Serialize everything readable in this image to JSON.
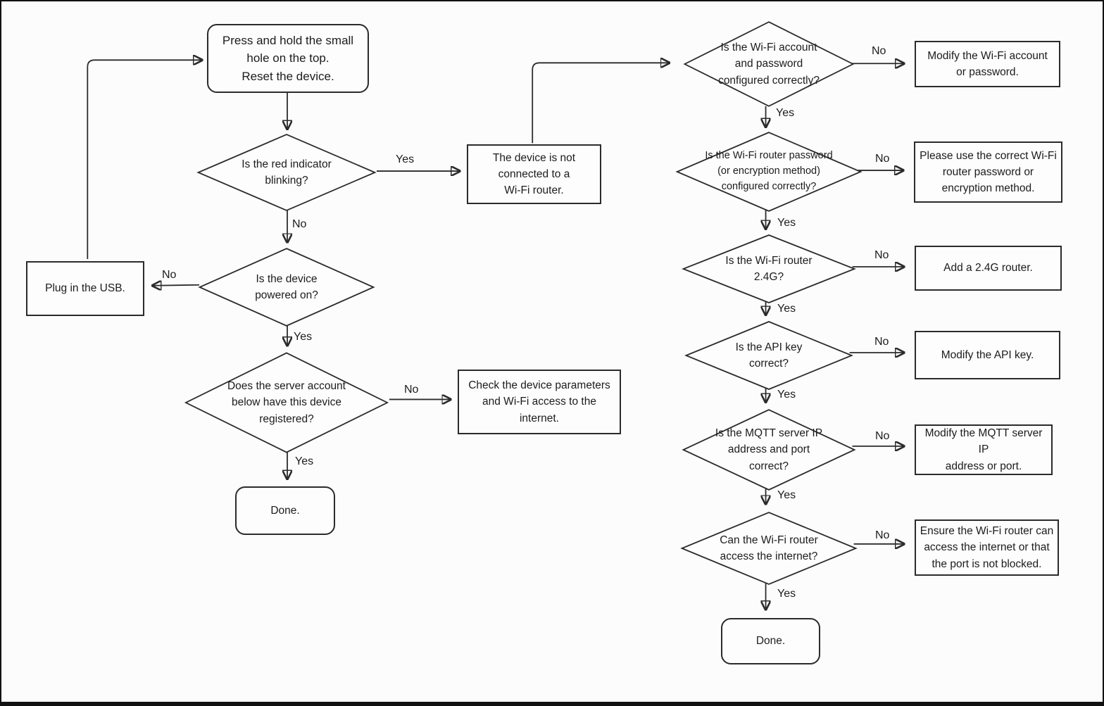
{
  "colors": {
    "background": "#fcfcfc",
    "line": "#2b2b2b",
    "text": "#1c1c1c",
    "node_fill": "#fdfdfd",
    "page_border": "#111111"
  },
  "nodes": {
    "start": {
      "type": "process",
      "label": "Press and hold the small\nhole on the top.\nReset the device."
    },
    "red_indicator": {
      "type": "decision",
      "label": "Is the red indicator\nblinking?"
    },
    "not_connected": {
      "type": "process",
      "label": "The device is not\nconnected to a\nWi-Fi router."
    },
    "powered_on": {
      "type": "decision",
      "label": "Is the device\npowered on?"
    },
    "plug_usb": {
      "type": "process",
      "label": "Plug in the USB."
    },
    "server_account": {
      "type": "decision",
      "label": "Does the server account\nbelow have this device\nregistered?"
    },
    "check_params": {
      "type": "process",
      "label": "Check the device parameters\nand Wi-Fi access to the\ninternet."
    },
    "done_left": {
      "type": "terminator",
      "label": "Done."
    },
    "wifi_account": {
      "type": "decision",
      "label": "Is the Wi-Fi account\nand password\nconfigured correctly?"
    },
    "modify_account": {
      "type": "process",
      "label": "Modify the Wi-Fi account\nor password."
    },
    "router_password": {
      "type": "decision",
      "label": "Is the Wi-Fi router password\n(or encryption method)\nconfigured correctly?"
    },
    "use_correct_password": {
      "type": "process",
      "label": "Please use the correct Wi-Fi\nrouter password or\nencryption method."
    },
    "router_24g": {
      "type": "decision",
      "label": "Is the Wi-Fi router\n2.4G?"
    },
    "add_24g": {
      "type": "process",
      "label": "Add a 2.4G router."
    },
    "api_key": {
      "type": "decision",
      "label": "Is the API key\ncorrect?"
    },
    "modify_api_key": {
      "type": "process",
      "label": "Modify the API key."
    },
    "mqtt_server": {
      "type": "decision",
      "label": "Is the MQTT server IP\naddress and port\ncorrect?"
    },
    "modify_mqtt": {
      "type": "process",
      "label": "Modify the MQTT server IP\naddress or port."
    },
    "router_internet": {
      "type": "decision",
      "label": "Can the Wi-Fi router\naccess the internet?"
    },
    "ensure_internet": {
      "type": "process",
      "label": "Ensure the Wi-Fi router can\naccess the internet or that\nthe port is not blocked."
    },
    "done_right": {
      "type": "terminator",
      "label": "Done."
    }
  },
  "edges": [
    {
      "from": "red_indicator",
      "to": "not_connected",
      "label": "Yes"
    },
    {
      "from": "red_indicator",
      "to": "powered_on",
      "label": "No"
    },
    {
      "from": "powered_on",
      "to": "plug_usb",
      "label": "No"
    },
    {
      "from": "powered_on",
      "to": "server_account",
      "label": "Yes"
    },
    {
      "from": "server_account",
      "to": "check_params",
      "label": "No"
    },
    {
      "from": "server_account",
      "to": "done_left",
      "label": "Yes"
    },
    {
      "from": "wifi_account",
      "to": "modify_account",
      "label": "No"
    },
    {
      "from": "wifi_account",
      "to": "router_password",
      "label": "Yes"
    },
    {
      "from": "router_password",
      "to": "use_correct_password",
      "label": "No"
    },
    {
      "from": "router_password",
      "to": "router_24g",
      "label": "Yes"
    },
    {
      "from": "router_24g",
      "to": "add_24g",
      "label": "No"
    },
    {
      "from": "router_24g",
      "to": "api_key",
      "label": "Yes"
    },
    {
      "from": "api_key",
      "to": "modify_api_key",
      "label": "No"
    },
    {
      "from": "api_key",
      "to": "mqtt_server",
      "label": "Yes"
    },
    {
      "from": "mqtt_server",
      "to": "modify_mqtt",
      "label": "No"
    },
    {
      "from": "mqtt_server",
      "to": "router_internet",
      "label": "Yes"
    },
    {
      "from": "router_internet",
      "to": "ensure_internet",
      "label": "No"
    },
    {
      "from": "router_internet",
      "to": "done_right",
      "label": "Yes"
    },
    {
      "from": "plug_usb",
      "to": "start",
      "label": ""
    },
    {
      "from": "start",
      "to": "red_indicator",
      "label": ""
    },
    {
      "from": "not_connected",
      "to": "wifi_account",
      "label": ""
    }
  ]
}
